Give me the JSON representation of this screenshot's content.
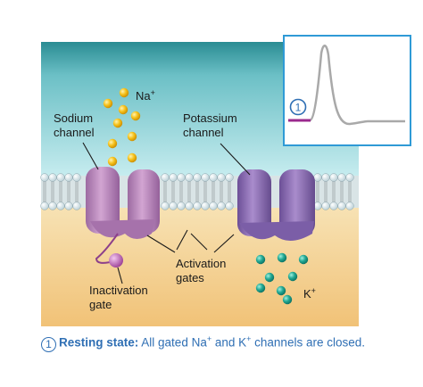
{
  "labels": {
    "sodium_channel": [
      "Sodium",
      "channel"
    ],
    "potassium_channel": [
      "Potassium",
      "channel"
    ],
    "na_ion": "Na",
    "k_ion": "K",
    "ion_charge": "+",
    "activation_gates": [
      "Activation",
      "gates"
    ],
    "inactivation_gate": [
      "Inactivation",
      "gate"
    ]
  },
  "graph": {
    "step_number": "1"
  },
  "caption": {
    "number": "1",
    "title": "Resting state:",
    "text_part1": " All gated Na",
    "text_part2": " and K",
    "text_part3": " channels are closed.",
    "superscript": "+"
  },
  "colors": {
    "extracellular": "#bfe6ea",
    "intracellular": "#f6d89a",
    "sodium_channel": "#b783b8",
    "potassium_channel": "#8a6cb0",
    "na_ion": "#f2b615",
    "k_ion": "#1fa38f",
    "caption": "#2f6fb4",
    "graph_trace": "#a9a9a9",
    "resting_marker": "#9b2a8e"
  }
}
